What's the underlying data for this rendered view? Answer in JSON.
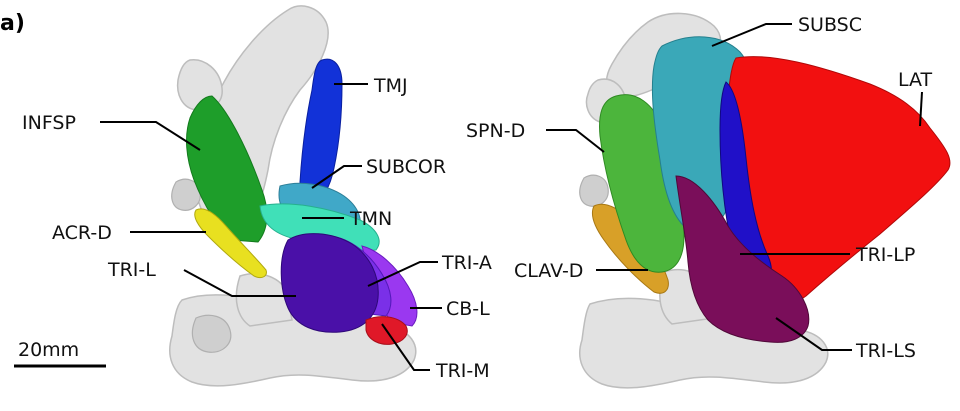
{
  "panel_label": "a)",
  "scale_bar_label": "20mm",
  "colors": {
    "infsp": "#1e9e2a",
    "spn_d": "#4cb53c",
    "tmj": "#1232d8",
    "subcor": "#40a8c8",
    "tmn": "#40e0b8",
    "acr_d": "#e8e020",
    "tri_l": "#4a10a8",
    "tri_a": "#7a30e8",
    "cb_l": "#9a38f0",
    "tri_m": "#e01828",
    "subsc": "#3aa8b8",
    "lat": "#f21010",
    "tri_lp": "#2010c8",
    "tri_ls": "#7a0e5a",
    "clav_d": "#d8a028",
    "bone": "#e2e2e2"
  },
  "left_view": {
    "labels": {
      "tmj": "TMJ",
      "infsp": "INFSP",
      "subcor": "SUBCOR",
      "acr_d": "ACR-D",
      "tmn": "TMN",
      "tri_l": "TRI-L",
      "tri_a": "TRI-A",
      "cb_l": "CB-L",
      "tri_m": "TRI-M"
    }
  },
  "right_view": {
    "labels": {
      "subsc": "SUBSC",
      "lat": "LAT",
      "spn_d": "SPN-D",
      "tri_lp": "TRI-LP",
      "clav_d": "CLAV-D",
      "tri_ls": "TRI-LS"
    }
  }
}
